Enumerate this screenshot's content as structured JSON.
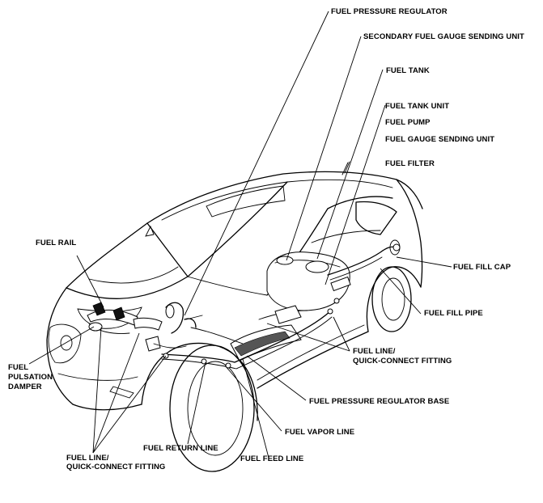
{
  "labels": {
    "fuel_pressure_regulator": "FUEL PRESSURE REGULATOR",
    "secondary_fuel_gauge_sending_unit": "SECONDARY FUEL GAUGE SENDING UNIT",
    "fuel_tank": "FUEL TANK",
    "fuel_tank_unit": "FUEL TANK UNIT",
    "fuel_pump": "FUEL PUMP",
    "fuel_gauge_sending_unit": "FUEL GAUGE SENDING UNIT",
    "fuel_filter": "FUEL FILTER",
    "fuel_rail": "FUEL RAIL",
    "fuel_fill_cap": "FUEL FILL CAP",
    "fuel_fill_pipe": "FUEL FILL PIPE",
    "fuel_line_qcf_right_1": "FUEL LINE/",
    "fuel_line_qcf_right_2": "QUICK-CONNECT FITTING",
    "fuel_pulsation_damper_1": "FUEL",
    "fuel_pulsation_damper_2": "PULSATION",
    "fuel_pulsation_damper_3": "DAMPER",
    "fuel_pressure_regulator_base": "FUEL PRESSURE REGULATOR BASE",
    "fuel_vapor_line": "FUEL VAPOR LINE",
    "fuel_return_line": "FUEL RETURN LINE",
    "fuel_feed_line": "FUEL FEED LINE",
    "fuel_line_qcf_left_1": "FUEL LINE/",
    "fuel_line_qcf_left_2": "QUICK-CONNECT FITTING"
  }
}
